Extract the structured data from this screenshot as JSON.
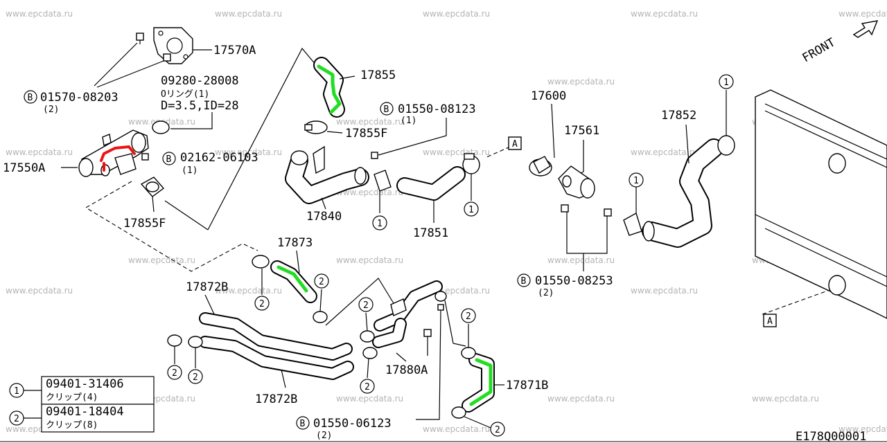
{
  "watermark": "www.epcdata.ru",
  "diagram_code": "E178Q00001",
  "front_label": "FRONT",
  "part_numbers": {
    "p17570A": "17570A",
    "p17855": "17855",
    "p17855F_top": "17855F",
    "p17855F_left": "17855F",
    "p17550A": "17550A",
    "p17840": "17840",
    "p17851": "17851",
    "p17600": "17600",
    "p17561": "17561",
    "p17852": "17852",
    "p17873": "17873",
    "p17872B_top": "17872B",
    "p17872B_bottom": "17872B",
    "p17880A": "17880A",
    "p17871B": "17871B"
  },
  "bolts": {
    "b01570": {
      "symbol": "B",
      "number": "01570-08203",
      "qty": "(2)"
    },
    "b02162": {
      "symbol": "B",
      "number": "02162-06103",
      "qty": "(1)"
    },
    "b01550_08123": {
      "symbol": "B",
      "number": "01550-08123",
      "qty": "(1)"
    },
    "b01550_08253": {
      "symbol": "B",
      "number": "01550-08253",
      "qty": "(2)"
    },
    "b01550_06123": {
      "symbol": "B",
      "number": "01550-06123",
      "qty": "(2)"
    }
  },
  "oring": {
    "number": "09280-28008",
    "desc": "Оリング(1)",
    "dims": "D=3.5,ID=28"
  },
  "markers": {
    "one": "1",
    "two": "2",
    "a": "A"
  },
  "legend": [
    {
      "marker": "1",
      "number": "09401-31406",
      "desc": "クリップ(4)"
    },
    {
      "marker": "2",
      "number": "09401-18404",
      "desc": "クリップ(8)"
    }
  ],
  "colors": {
    "highlight_green": "#22dd22",
    "highlight_red": "#ee1111",
    "watermark": "#b4b4b4",
    "line": "#000000"
  }
}
